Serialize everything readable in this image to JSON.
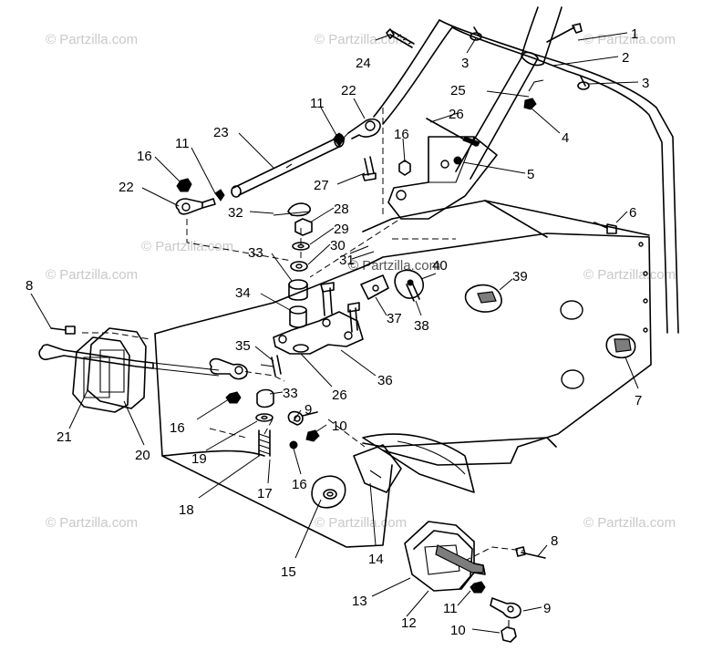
{
  "watermark": {
    "text": "© Partzilla.com"
  },
  "callouts": {
    "c1": "1",
    "c2": "2",
    "c3a": "3",
    "c3b": "3",
    "c4": "4",
    "c5": "5",
    "c6": "6",
    "c7": "7",
    "c8a": "8",
    "c8b": "8",
    "c9a": "9",
    "c9b": "9",
    "c10a": "10",
    "c10b": "10",
    "c11a": "11",
    "c11b": "11",
    "c11c": "11",
    "c12": "12",
    "c13": "13",
    "c14": "14",
    "c15": "15",
    "c16a": "16",
    "c16b": "16",
    "c16c": "16",
    "c16d": "16",
    "c17": "17",
    "c18": "18",
    "c19": "19",
    "c20": "20",
    "c21": "21",
    "c22a": "22",
    "c22b": "22",
    "c23": "23",
    "c24": "24",
    "c25": "25",
    "c26a": "26",
    "c26b": "26",
    "c27": "27",
    "c28": "28",
    "c29": "29",
    "c30": "30",
    "c31": "31",
    "c32": "32",
    "c33a": "33",
    "c33b": "33",
    "c34": "34",
    "c35": "35",
    "c36": "36",
    "c37": "37",
    "c38": "38",
    "c39": "39",
    "c40": "40"
  }
}
